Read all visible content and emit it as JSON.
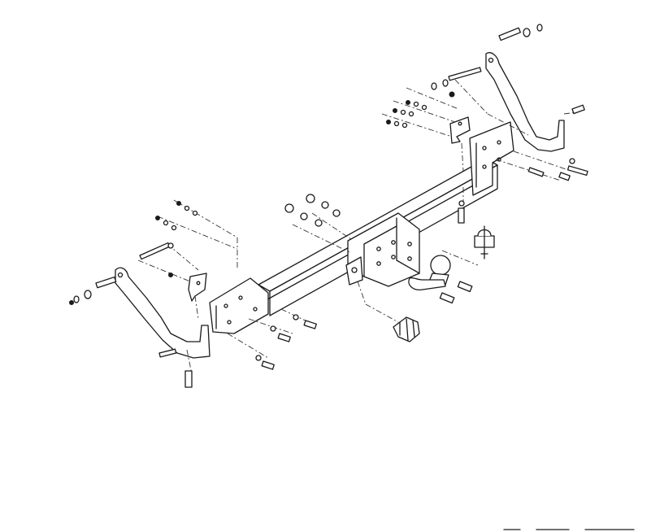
{
  "diagram": {
    "type": "exploded-assembly",
    "line_color": "#1a1a1a",
    "background": "#ffffff",
    "parts": [
      "crossbar",
      "left-side-arm",
      "right-side-arm",
      "center-hitch-plate",
      "tow-ball",
      "electrical-socket",
      "socket-bracket"
    ]
  }
}
